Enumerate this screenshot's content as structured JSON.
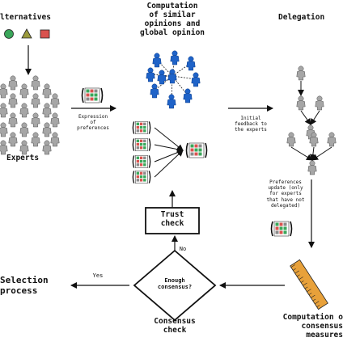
{
  "labels": {
    "alternatives": "lternatives",
    "computation_title": "Computation\nof similar\nopinions and\nglobal opinion",
    "delegation": "Delegation",
    "experts": "Experts",
    "expression_of_preferences": "Expression\nof\npreferences",
    "initial_feedback": "Initial\nfeedback to\nthe experts",
    "preferences_update": "Preferences\nupdate (only\nfor experts\nthat have not\ndelegated)",
    "trust_check": "Trust\ncheck",
    "no": "No",
    "yes": "Yes",
    "selection_process": "Selection\nprocess",
    "enough_consensus": "Enough\nconsensus?",
    "consensus_check": "Consensus\ncheck",
    "computation_consensus": "Computation o\nconsensus\nmeasures"
  },
  "colors": {
    "green": "#3aa65a",
    "olive": "#9a9a3c",
    "red": "#d9534f",
    "blue_person": "#1f63c8",
    "grey_person": "#9a9a9a",
    "ruler": "#e8a13a"
  },
  "icons": [
    "circle-alternative-icon",
    "triangle-alternative-icon",
    "square-alternative-icon",
    "person-icon",
    "preference-matrix-icon",
    "ruler-icon"
  ]
}
